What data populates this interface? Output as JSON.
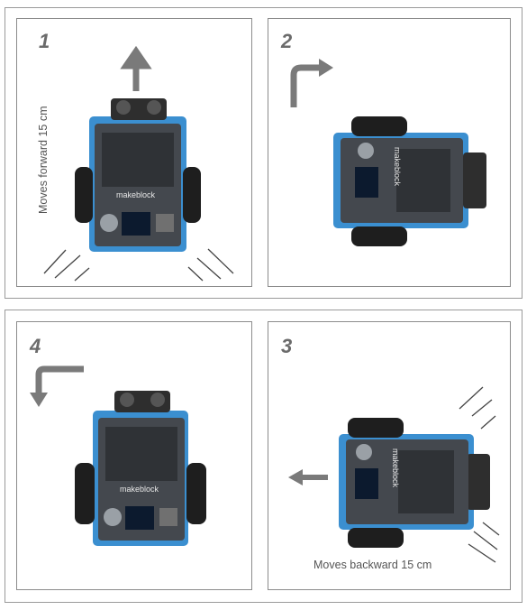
{
  "steps": [
    {
      "number": "1",
      "caption": "Moves forward 15 cm",
      "robot_brand": "makeblock"
    },
    {
      "number": "2",
      "caption": "",
      "robot_brand": "makeblock"
    },
    {
      "number": "3",
      "caption": "Moves backward 15 cm",
      "robot_brand": "makeblock"
    },
    {
      "number": "4",
      "caption": "",
      "robot_brand": "makeblock"
    }
  ],
  "colors": {
    "chassis": "#3b8fd0",
    "body": "#3a3d42",
    "arrow": "#7a7a7a",
    "wheel": "#1e1e1e"
  }
}
